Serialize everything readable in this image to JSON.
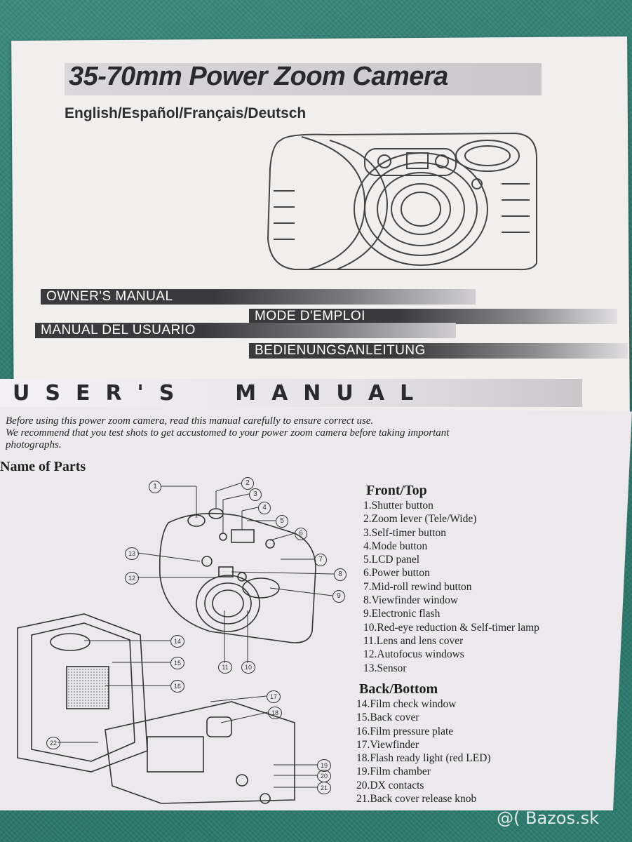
{
  "header": {
    "title": "35-70mm Power Zoom Camera",
    "languages": "English/Español/Français/Deutsch"
  },
  "manual_bars": [
    "OWNER'S MANUAL",
    "MODE D'EMPLOI",
    "MANUAL DEL USUARIO",
    "BEDIENUNGSANLEITUNG"
  ],
  "users_manual": "USER'S  MANUAL",
  "intro": {
    "line1": "Before using this power zoom camera, read this manual carefully to ensure correct use.",
    "line2": "We recommend that you test shots to get accustomed to your power zoom camera before taking important",
    "line3": "photographs."
  },
  "name_of_parts": "Name of Parts",
  "front_top": {
    "heading": "Front/Top",
    "items": [
      "1.Shutter button",
      "2.Zoom lever (Tele/Wide)",
      "3.Self-timer button",
      "4.Mode button",
      "5.LCD panel",
      "6.Power button",
      "7.Mid-roll rewind button",
      "8.Viewfinder window",
      "9.Electronic flash",
      "10.Red-eye reduction & Self-timer lamp",
      "11.Lens and lens cover",
      "12.Autofocus windows",
      "13.Sensor"
    ]
  },
  "back_bottom": {
    "heading": "Back/Bottom",
    "items": [
      "14.Film check window",
      "15.Back cover",
      "16.Film pressure plate",
      "17.Viewfinder",
      "18.Flash ready light (red LED)",
      "19.Film chamber",
      "20.DX contacts",
      "21.Back cover release knob"
    ]
  },
  "callouts": [
    "1",
    "2",
    "3",
    "4",
    "5",
    "6",
    "7",
    "8",
    "9",
    "10",
    "11",
    "12",
    "13",
    "14",
    "15",
    "16",
    "17",
    "18",
    "19",
    "20",
    "21",
    "22"
  ],
  "watermark": "@( Bazos.sk"
}
